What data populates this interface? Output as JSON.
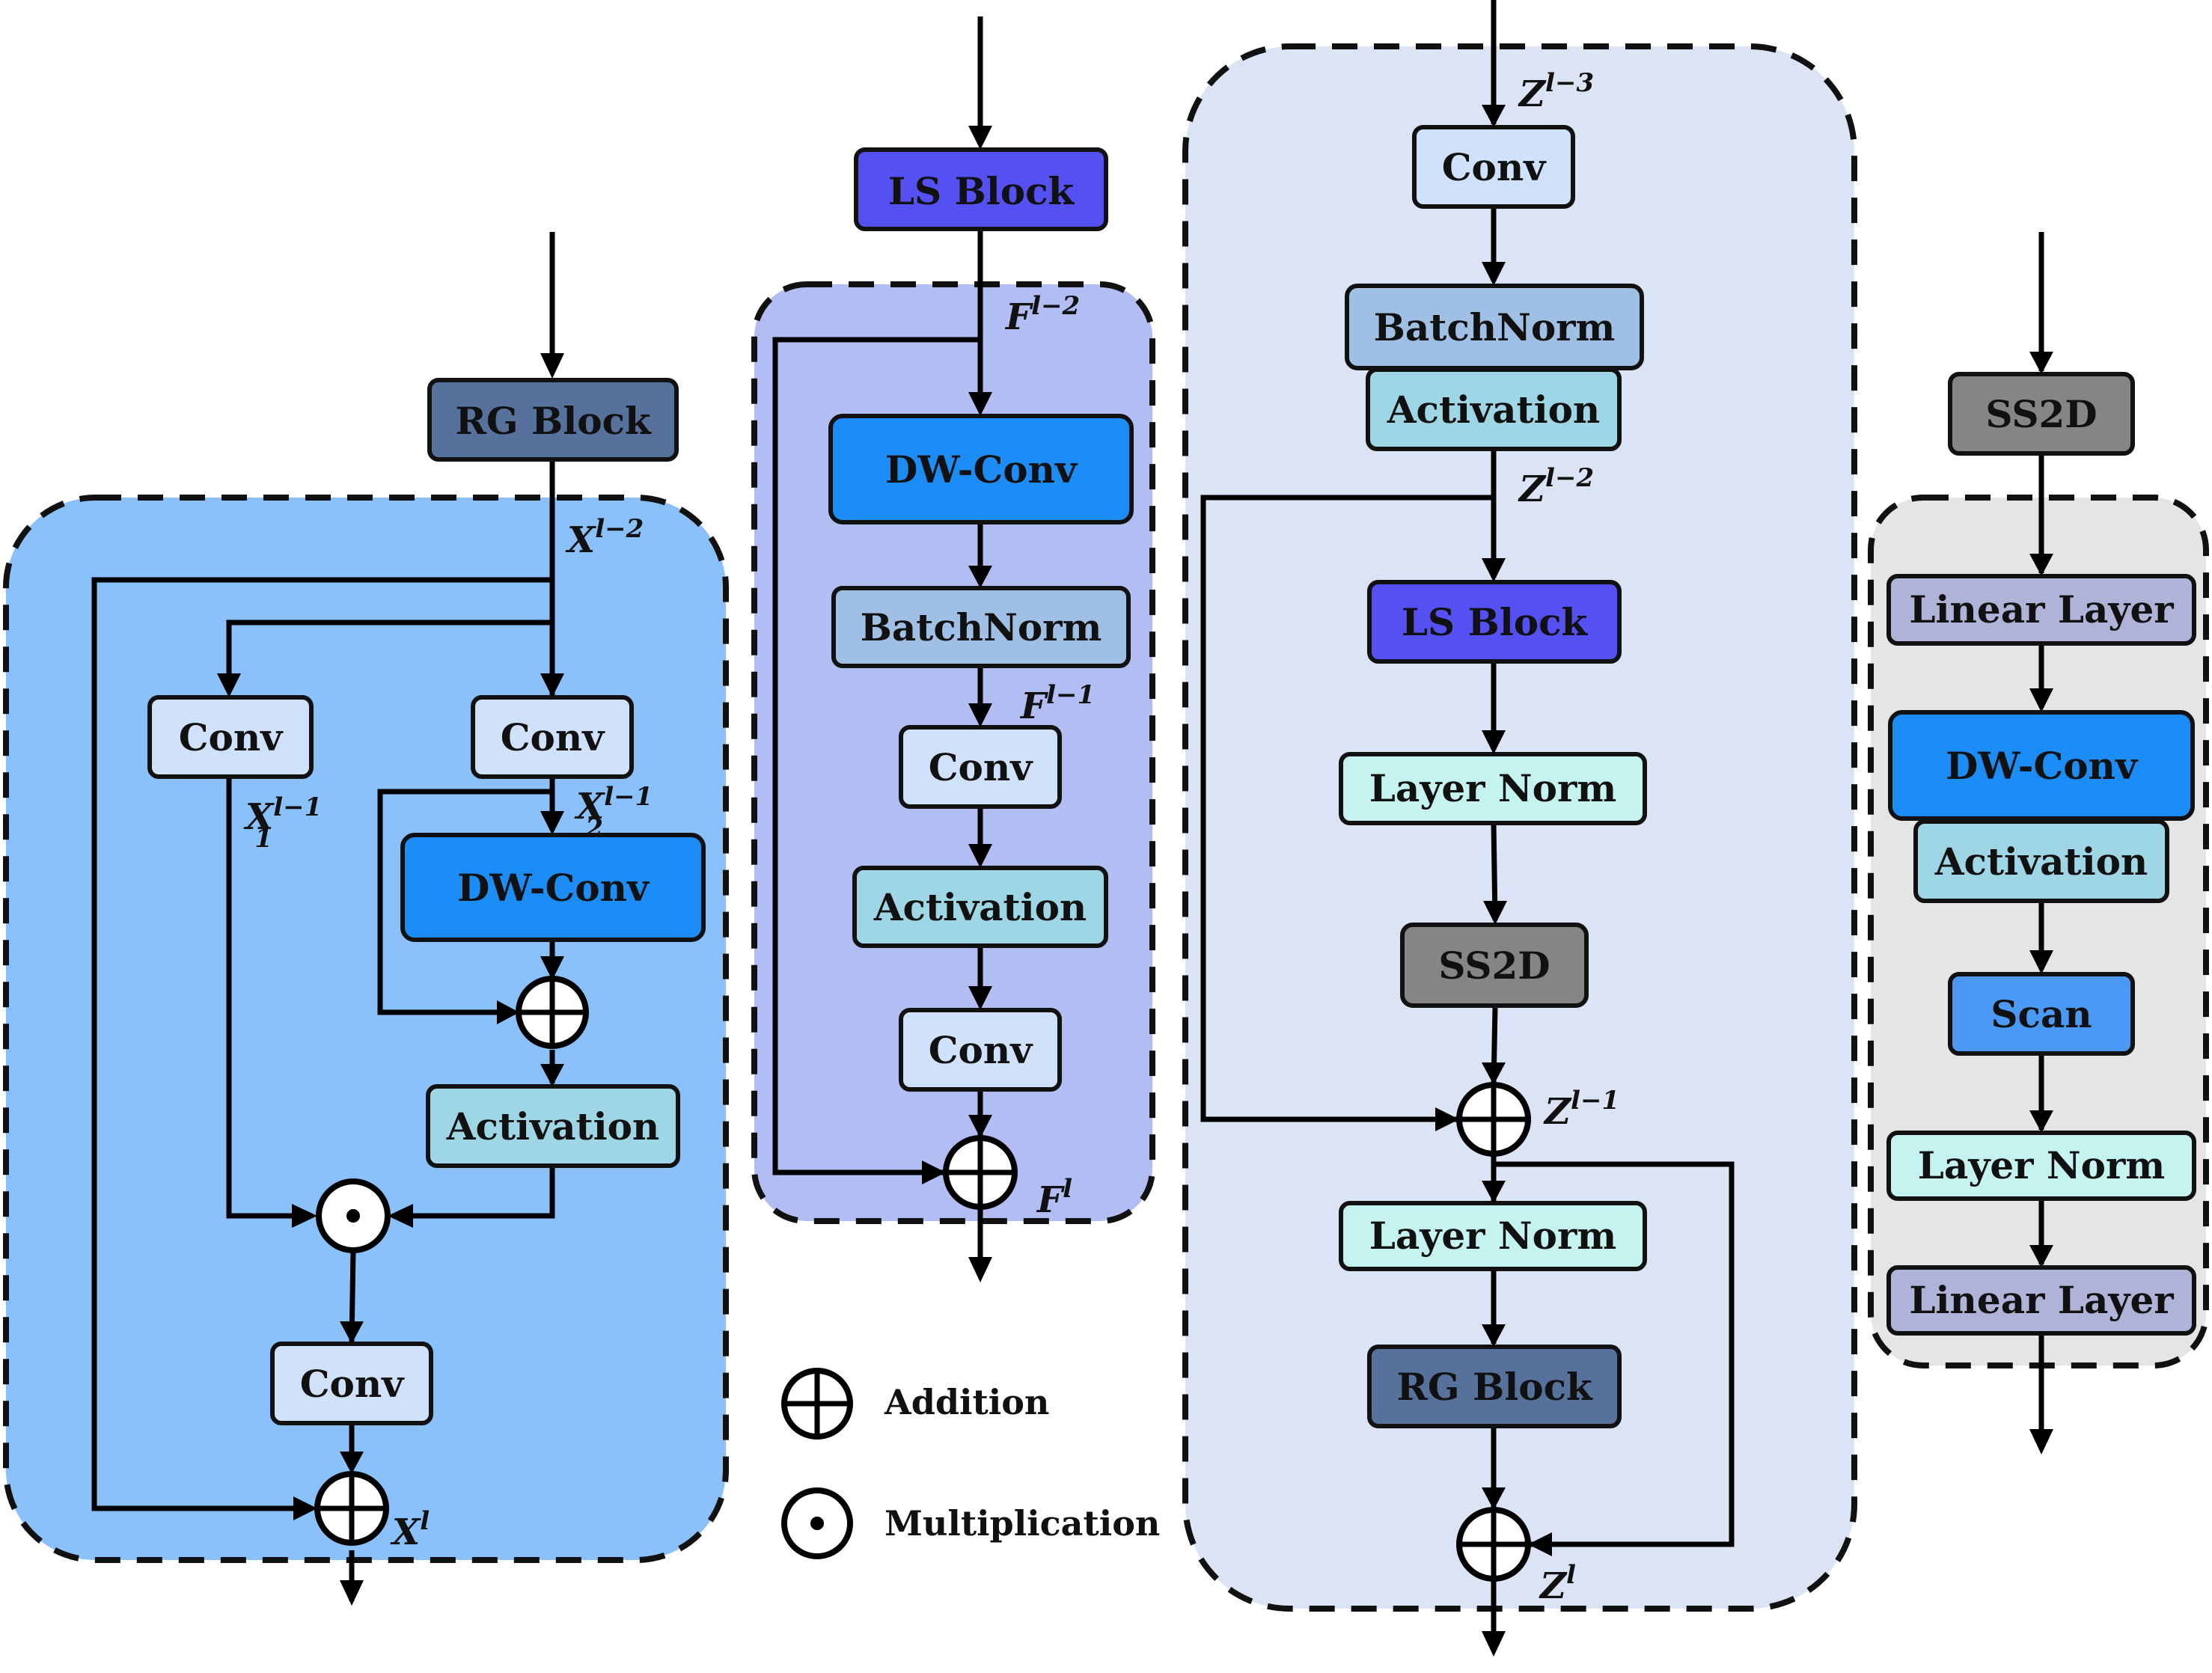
{
  "colors": {
    "rg_panel": "#8bc1fb",
    "ls_panel": "#b1bdf3",
    "vss_panel": "#dbe4f5",
    "ss2d_panel": "#e5e5e5",
    "rg_block": "#56719c",
    "ls_block": "#5450f4",
    "ss2d_block": "#858585",
    "dwconv": "#1c8cf7",
    "conv": "#cfe1fb",
    "batchnorm": "#9fc0e4",
    "activation": "#9ed6e6",
    "layernorm": "#c5f4f0",
    "linear": "#b0b3d8",
    "scan": "#4a9af5"
  },
  "rg": {
    "header": "RG Block",
    "conv1": "Conv",
    "conv2": "Conv",
    "dwconv": "DW-Conv",
    "activation": "Activation",
    "conv3": "Conv",
    "x_in": "X",
    "x_in_sup": "l−2",
    "x1": "X",
    "x1_sub": "1",
    "x1_sup": "l−1",
    "x2": "X",
    "x2_sub": "2",
    "x2_sup": "l−1",
    "x_out": "X",
    "x_out_sup": "l"
  },
  "ls": {
    "header": "LS Block",
    "dwconv": "DW-Conv",
    "batchnorm": "BatchNorm",
    "conv1": "Conv",
    "activation": "Activation",
    "conv2": "Conv",
    "f_in": "F",
    "f_in_sup": "l−2",
    "f_mid": "F",
    "f_mid_sup": "l−1",
    "f_out": "F",
    "f_out_sup": "l"
  },
  "vss": {
    "conv": "Conv",
    "batchnorm": "BatchNorm",
    "activation": "Activation",
    "ls_block": "LS Block",
    "layernorm1": "Layer Norm",
    "ss2d": "SS2D",
    "layernorm2": "Layer Norm",
    "rg_block": "RG Block",
    "z3": "Z",
    "z3_sup": "l−3",
    "z2": "Z",
    "z2_sup": "l−2",
    "z1": "Z",
    "z1_sup": "l−1",
    "z0": "Z",
    "z0_sup": "l"
  },
  "ss2d": {
    "header": "SS2D",
    "linear1": "Linear Layer",
    "dwconv": "DW-Conv",
    "activation": "Activation",
    "scan": "Scan",
    "layernorm": "Layer Norm",
    "linear2": "Linear Layer"
  },
  "legend": {
    "addition": "Addition",
    "multiplication": "Multiplication"
  }
}
